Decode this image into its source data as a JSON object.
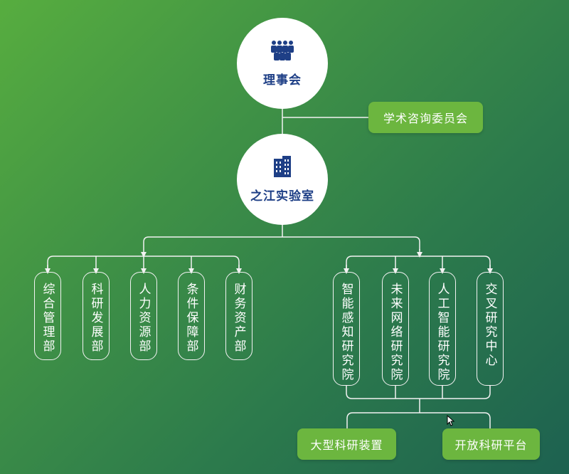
{
  "board": {
    "label": "理事会",
    "icon": "people-group-icon"
  },
  "advisory": {
    "label": "学术咨询委员会"
  },
  "lab": {
    "label": "之江实验室",
    "icon": "building-icon"
  },
  "departments": [
    {
      "label": "综合管理部"
    },
    {
      "label": "科研发展部"
    },
    {
      "label": "人力资源部"
    },
    {
      "label": "条件保障部"
    },
    {
      "label": "财务资产部"
    }
  ],
  "institutes": [
    {
      "label": "智能感知研究院"
    },
    {
      "label": "未来网络研究院"
    },
    {
      "label": "人工智能研究院"
    },
    {
      "label": "交叉研究中心"
    }
  ],
  "platforms": [
    {
      "label": "大型科研装置"
    },
    {
      "label": "开放科研平台"
    }
  ],
  "colors": {
    "circle_text": "#1e3f86",
    "pill_bg": "#6cb63f",
    "line": "#f2f2f2"
  }
}
